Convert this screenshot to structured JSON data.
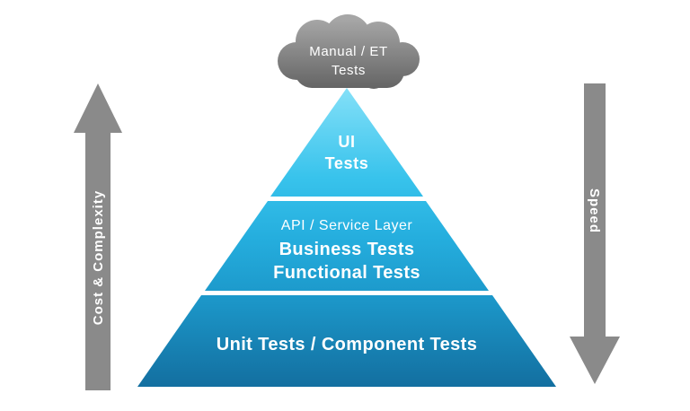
{
  "cloud": {
    "line1": "Manual / ET",
    "line2": "Tests"
  },
  "pyramid": {
    "tier_ui": {
      "line1": "UI",
      "line2": "Tests"
    },
    "tier_service": {
      "line1": "API / Service Layer",
      "line2": "Business Tests",
      "line3": "Functional Tests"
    },
    "tier_unit": {
      "line1": "Unit Tests / Component Tests"
    }
  },
  "left_arrow": {
    "label": "Cost & Complexity",
    "direction": "up"
  },
  "right_arrow": {
    "label": "Speed",
    "direction": "down"
  },
  "colors": {
    "pyramid_top": "#84e0f8",
    "pyramid_upper_mid": "#38c3ec",
    "pyramid_mid": "#25aede",
    "pyramid_lower_mid": "#1c98ca",
    "pyramid_bottom": "#136fa0",
    "cloud_top": "#a6a6a6",
    "cloud_bottom": "#636363",
    "arrow_gray": "#8a8a8a",
    "text": "#ffffff",
    "background": "#ffffff"
  }
}
